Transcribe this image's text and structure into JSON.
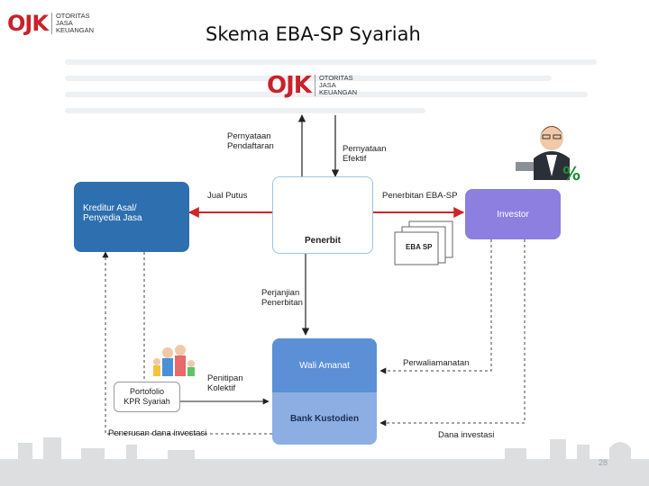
{
  "header": {
    "logo_mark": "OJK",
    "logo_words": [
      "OTORITAS",
      "JASA",
      "KEUANGAN"
    ],
    "title": "Skema EBA-SP Syariah"
  },
  "diagram": {
    "ojk_logo": {
      "mark": "OJK",
      "words": [
        "OTORITAS",
        "JASA",
        "KEUANGAN"
      ]
    },
    "nodes": {
      "kreditur": "Kreditur Asal/\nPenyedia Jasa",
      "penerbit": "Penerbit",
      "investor": "Investor",
      "wali_amanat": "Wali Amanat",
      "bank_kustodian": "Bank Kustodien",
      "portofolio": "Portofolio\nKPR Syariah",
      "eba_doc": "EBA SP"
    },
    "edges": {
      "pernyataan_pendaftaran": "Pernyataan\nPendaftaran",
      "pernyataan_efektif": "Pernyataan\nEfektif",
      "jual_putus": "Jual Putus",
      "penerbitan_eba": "Penerbitan EBA-SP",
      "perjanjian_penerbitan": "Perjanjian\nPenerbitan",
      "perwaliamanatan": "Perwaliamanatan",
      "penitipan_kolektif": "Penitipan\nKolektif",
      "penerusan_dana": "Penerusan dana investasi",
      "dana_investasi": "Dana investasi"
    },
    "investor_symbol": "%"
  },
  "footer": {
    "page_number": "28"
  },
  "colors": {
    "ojk_red": "#c8222a",
    "kreditur_blue": "#2e6fb0",
    "investor_purple": "#8c7fe0",
    "wali_blue": "#5b8fd6",
    "kustodian_blue": "#8daee3",
    "arrow_red": "#d2232a",
    "skyline_gray": "#d8dadc"
  }
}
